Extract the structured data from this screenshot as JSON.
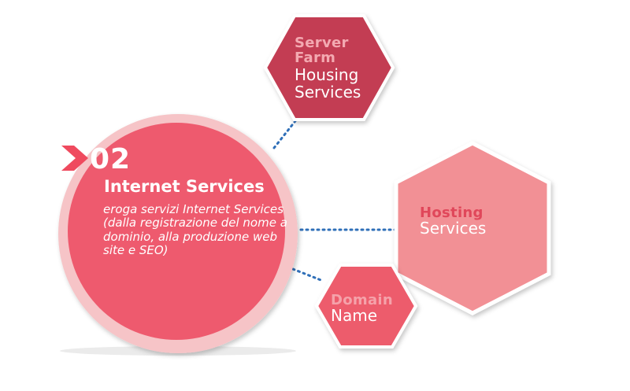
{
  "main": {
    "number": "02",
    "title": "Internet Services",
    "description": "eroga servizi Internet Services (dalla registrazione del nome a dominio, alla produzione web site e SEO)"
  },
  "nodes": {
    "server_farm": {
      "bold": "Server Farm",
      "plain": "Housing Services"
    },
    "hosting": {
      "bold": "Hosting",
      "plain": "Services"
    },
    "domain": {
      "bold": "Domain",
      "plain": "Name"
    }
  },
  "colors": {
    "main_circle_outer": "#f6c4c7",
    "main_circle_inner": "#ee5a6e",
    "server_hex": "#c33e52",
    "hosting_hex": "#f29095",
    "domain_hex": "#ed5c6c",
    "connector": "#2f6fb8",
    "arrow": "#ef4a5e"
  }
}
